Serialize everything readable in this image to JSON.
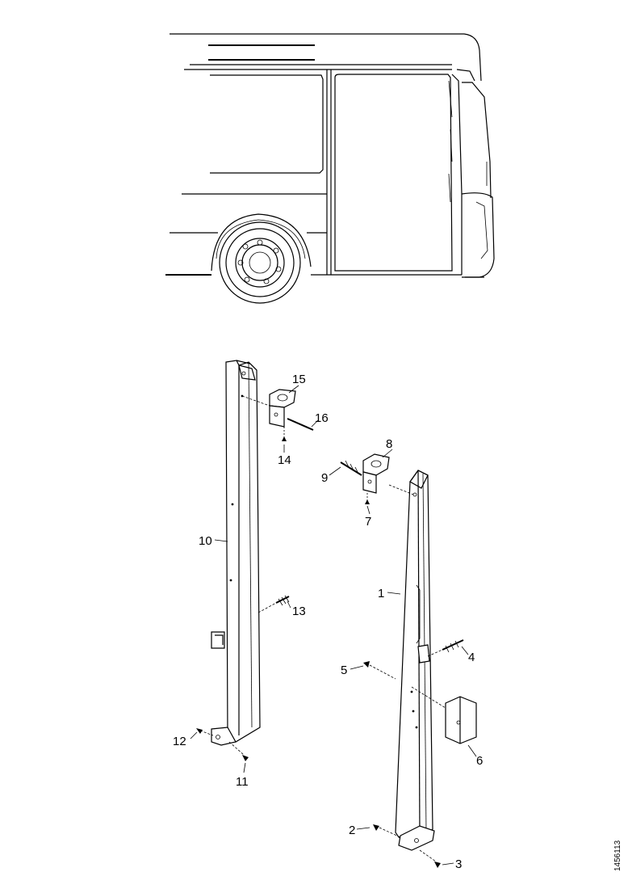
{
  "callouts": {
    "c1": "1",
    "c2": "2",
    "c3": "3",
    "c4": "4",
    "c5": "5",
    "c6": "6",
    "c7": "7",
    "c8": "8",
    "c9": "9",
    "c10": "10",
    "c11": "11",
    "c12": "12",
    "c13": "13",
    "c14": "14",
    "c15": "15",
    "c16": "16"
  },
  "reference_code": "1456113",
  "icons": {
    "bus": "bus-rear-side-view",
    "pillar_left": "pillar-panel-left",
    "pillar_right": "pillar-panel-right"
  }
}
